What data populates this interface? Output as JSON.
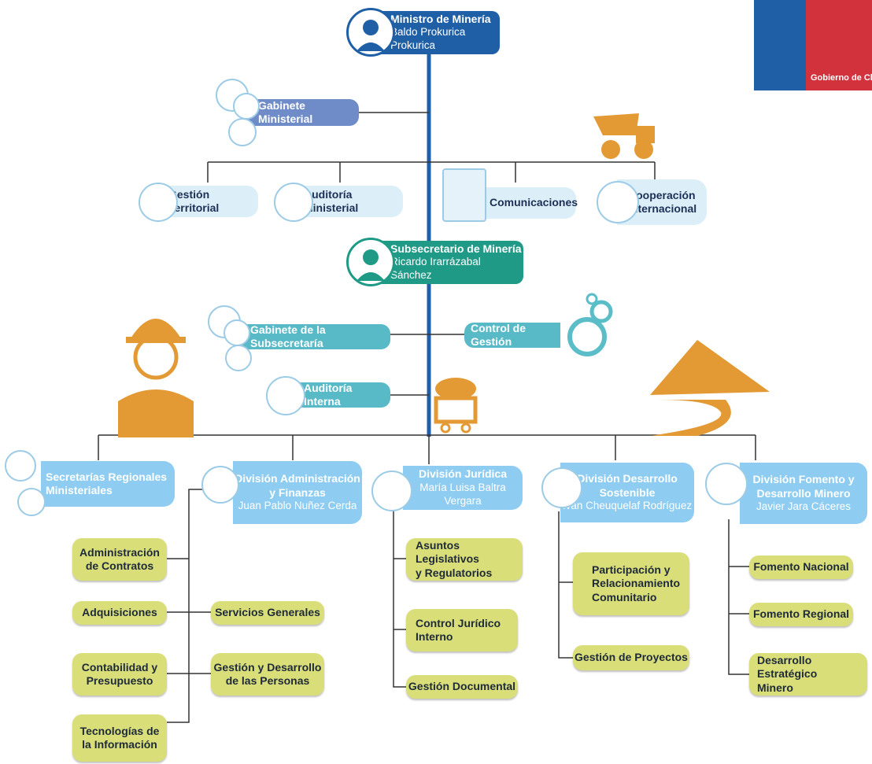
{
  "header": {
    "minister": {
      "title": "Ministro de Minería",
      "name": "Baldo Prokurica Prokurica"
    },
    "subsecretary": {
      "title": "Subsecretario de Minería",
      "name": "Ricardo Irarrázabal Sánchez"
    },
    "government_label": "Gobierno de Chile"
  },
  "minister_units": {
    "gabinete": "Gabinete Ministerial",
    "territorial": "Gestión Territorial",
    "auditoria": "Auditoría Ministerial",
    "comunicaciones": "Comunicaciones",
    "cooperacion": [
      "Cooperación",
      "Internacional"
    ]
  },
  "subsecretary_units": {
    "gabinete": "Gabinete de la Subsecretaría",
    "control": "Control de Gestión",
    "auditoria": "Auditoría Interna"
  },
  "divisions": {
    "seremi": [
      "Secretarías Regionales",
      "Ministeriales"
    ],
    "admin": {
      "title": [
        "División Administración",
        "y Finanzas"
      ],
      "head": "Juan Pablo Nuñez Cerda"
    },
    "juridica": {
      "title": "División Jurídica",
      "head": "María Luisa Baltra Vergara"
    },
    "sostenible": {
      "title": [
        "División Desarrollo",
        "Sostenible"
      ],
      "head": "Iván Cheuquelaf Rodríguez"
    },
    "fomento": {
      "title": [
        "División Fomento y",
        "Desarrollo Minero"
      ],
      "head": "Javier Jara Cáceres"
    }
  },
  "units": {
    "admin_left": [
      [
        "Administración",
        "de Contratos"
      ],
      [
        "Adquisiciones"
      ],
      [
        "Contabilidad y",
        "Presupuesto"
      ],
      [
        "Tecnologías de",
        "la Información"
      ]
    ],
    "admin_right": [
      [
        "Servicios Generales"
      ],
      [
        "Gestión y Desarrollo",
        "de las Personas"
      ]
    ],
    "juridica": [
      [
        "Asuntos Legislativos",
        "y Regulatorios"
      ],
      [
        "Control Jurídico",
        "Interno"
      ],
      [
        "Gestión Documental"
      ]
    ],
    "sostenible": [
      [
        "Participación y",
        "Relacionamiento",
        "Comunitario"
      ],
      [
        "Gestión de Proyectos"
      ]
    ],
    "fomento": [
      [
        "Fomento Nacional"
      ],
      [
        "Fomento Regional"
      ],
      [
        "Desarrollo Estratégico",
        "Minero"
      ]
    ]
  },
  "colors": {
    "minister": "#1f5fa6",
    "subsecretary": "#1f9a86",
    "cabinet": "#6f8cc8",
    "division": "#8ecdf1",
    "unit": "#d9de78",
    "staff": "#dceff9",
    "illustration": "#e39a34"
  }
}
